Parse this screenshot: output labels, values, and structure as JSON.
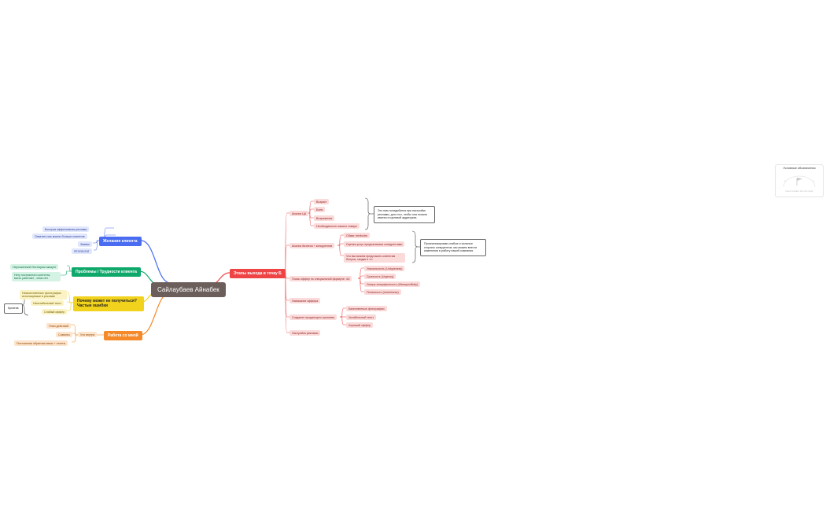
{
  "central": {
    "label": "Сайлаубаев Айнабек"
  },
  "left": [
    {
      "label": "Желания клиента",
      "color": "#4a6cf0",
      "light": "#e1e7fd",
      "items": [
        "Быстрая эффективная реклама",
        "Охватить как можно больше клиентов",
        "Заявки",
        "РЕЗУЛЬТАТ"
      ]
    },
    {
      "label": "Проблемы / Трудности клиента",
      "color": "#0fa86b",
      "light": "#d4f3e5",
      "items": [
        "Неухоженный Инстаграм аккаунт",
        "Нету постоянного контента, висть работает , семь нет"
      ]
    },
    {
      "label": "Почему может не получиться? Частые ошибки",
      "color": "#f1d21c",
      "light": "#fbf3c4",
      "items": [
        "Некачественные фотографии используемые в рекламе",
        "Нечитабельный текст",
        "Слабый оффер"
      ],
      "extra": "Креатив"
    },
    {
      "label": "Работа со мной",
      "color": "#f58a2a",
      "light": "#fde4cd",
      "sub": "Что внутри",
      "items": [
        "План действий",
        "Созвоны",
        "Постоянная обратная связь + отчеты"
      ]
    }
  ],
  "right": {
    "label": "Этапы выхода в точку Б",
    "color": "#ef4446",
    "light": "#fbdada",
    "steps": [
      {
        "label": "Анализ ЦА",
        "items": [
          "Возраст",
          "Боли",
          "Возражения",
          "Необходимость нашего товара"
        ]
      },
      {
        "label": "Анализ бизнеса + конкурентов",
        "items": [
          "Сбмат. territories",
          "Оценка услуг предлагаемых конкурентами",
          "Что мы можем предложить клиентам бонусы, скидки и т.п"
        ]
      },
      {
        "label": "Поиск оффер по специальной формуле: 4U",
        "items": [
          "Уникальность (Uniqueness)",
          "Срочность (Urgency)",
          "Ультра-специфичность (Ultraspecificity)",
          "Полезность (Usefulness)"
        ]
      },
      {
        "label": "Написание оффера",
        "items": []
      },
      {
        "label": "Создание продающего креатива",
        "items": [
          "Качественные фотографии",
          "Читабельный текст",
          "Хороший оффер"
        ]
      },
      {
        "label": "Настройка рекламы",
        "items": []
      }
    ],
    "notes": [
      "Это нам понадобится при настройке\nрекламы, для того, чтобы она попала\nименно в целевой аудиторию.",
      "Проанализировав слабые и сильные\nстороны конкурентов, мы можем внести\nизменения в работу нашей компании."
    ]
  },
  "legend": {
    "title": "Условные обозначения",
    "hint": "Insert marker into the topic"
  }
}
